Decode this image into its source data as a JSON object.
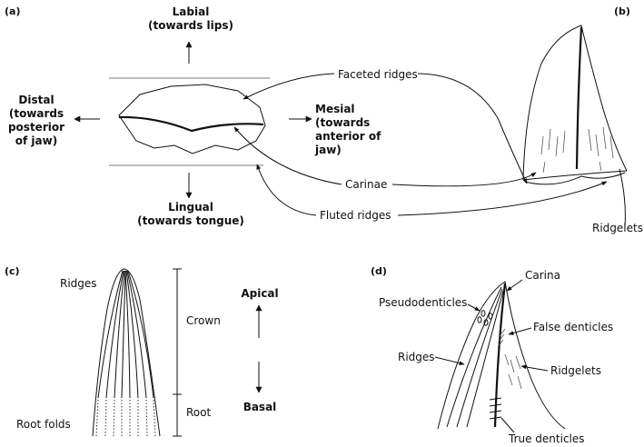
{
  "panels": [
    "(a)",
    "(b)",
    "(c)",
    "(d)"
  ],
  "panel_a": {
    "labial": [
      "Labial",
      "(towards lips)"
    ],
    "distal": [
      "Distal",
      "(towards",
      "posterior",
      "of jaw)"
    ],
    "mesial": [
      "Mesial",
      "(towards",
      "anterior of",
      "jaw)"
    ],
    "lingual": [
      "Lingual",
      "(towards tongue)"
    ]
  },
  "callouts": {
    "faceted_ridges": "Faceted ridges",
    "carinae": "Carinae",
    "fluted_ridges": "Fluted ridges",
    "ridgelets": "Ridgelets"
  },
  "panel_c": {
    "ridges": "Ridges",
    "crown": "Crown",
    "root": "Root",
    "root_folds": "Root folds",
    "apical": "Apical",
    "basal": "Basal"
  },
  "panel_d": {
    "carina": "Carina",
    "pseudodenticles": "Pseudodenticles",
    "false_denticles": "False denticles",
    "ridges": "Ridges",
    "ridgelets": "Ridgelets",
    "true_denticles": "True denticles"
  }
}
